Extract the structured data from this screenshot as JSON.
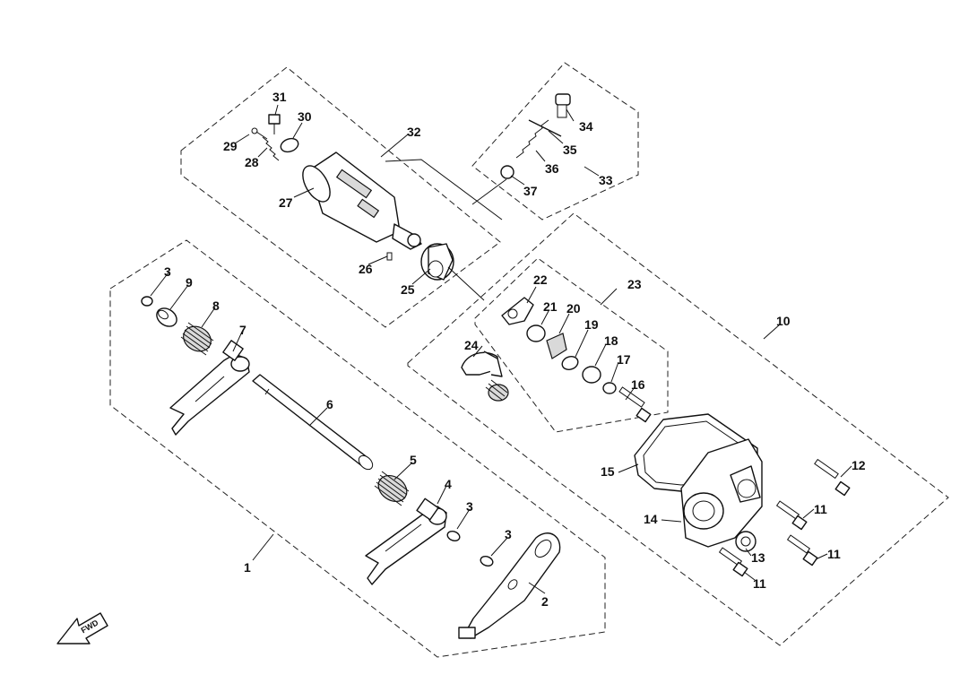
{
  "diagram": {
    "orientation_label": "FWD",
    "callouts": {
      "c1": "1",
      "c2": "2",
      "c3a": "3",
      "c3b": "3",
      "c3c": "3",
      "c4": "4",
      "c5": "5",
      "c6": "6",
      "c7": "7",
      "c8": "8",
      "c9": "9",
      "c10": "10",
      "c11a": "11",
      "c11b": "11",
      "c11c": "11",
      "c12": "12",
      "c13": "13",
      "c14": "14",
      "c15": "15",
      "c16": "16",
      "c17": "17",
      "c18": "18",
      "c19": "19",
      "c20": "20",
      "c21": "21",
      "c22": "22",
      "c23": "23",
      "c24": "24",
      "c25": "25",
      "c26": "26",
      "c27": "27",
      "c28": "28",
      "c29": "29",
      "c30": "30",
      "c31": "31",
      "c32": "32",
      "c33": "33",
      "c34": "34",
      "c35": "35",
      "c36": "36",
      "c37": "37"
    }
  }
}
